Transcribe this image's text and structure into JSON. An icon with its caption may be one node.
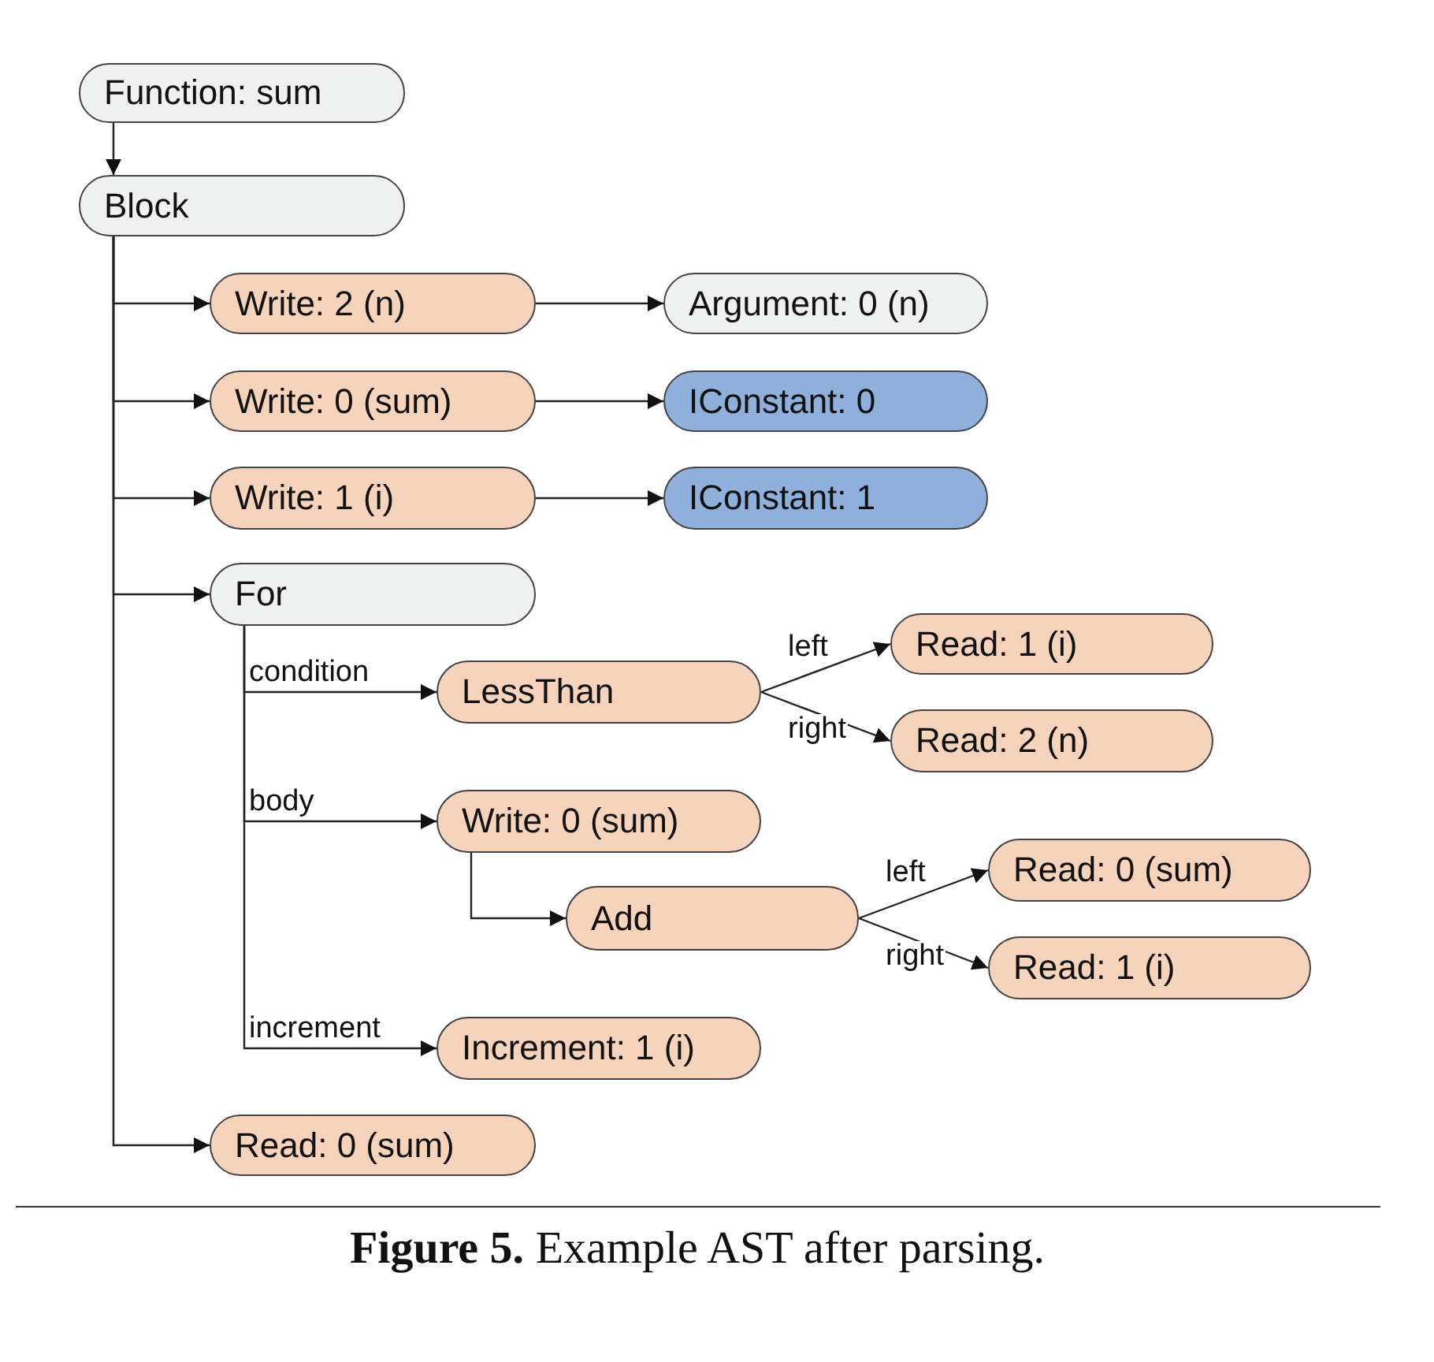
{
  "diagram": {
    "caption": "**Figure 5.**  Example AST after parsing.",
    "nodes": [
      {
        "text": [
          "Function: sum"
        ]
      },
      {
        "text": [
          "Block"
        ]
      },
      {
        "text": [
          "Write: 2 (n)"
        ]
      },
      {
        "text": [
          "Argument: 0 (n)"
        ]
      },
      {
        "text": [
          "Write: 0 (sum)"
        ]
      },
      {
        "text": [
          "IConstant: 0"
        ]
      },
      {
        "text": [
          "Write: 1 (i)"
        ]
      },
      {
        "text": [
          "IConstant: 1"
        ]
      },
      {
        "text": [
          "For"
        ]
      },
      {
        "text": [
          "LessThan"
        ]
      },
      {
        "text": [
          "Read: 1 (i)"
        ]
      },
      {
        "text": [
          "Read: 2 (n)"
        ]
      },
      {
        "text": [
          "Write: 0  (sum)"
        ]
      },
      {
        "text": [
          "Add"
        ]
      },
      {
        "text": [
          "Read: 0  (sum)"
        ]
      },
      {
        "text": [
          "Read: 1 (i)"
        ]
      },
      {
        "text": [
          "Increment: 1 (i)"
        ]
      },
      {
        "text": [
          "Read: 0 (sum)"
        ]
      }
    ],
    "edges": [
      {
        "from": 0,
        "to": 1,
        "arrow": "to"
      },
      {
        "from": 1,
        "to": 2,
        "arrow": "to"
      },
      {
        "from": 2,
        "to": 3,
        "arrow": "to"
      },
      {
        "from": 1,
        "to": 4,
        "arrow": "to"
      },
      {
        "from": 4,
        "to": 5,
        "arrow": "to"
      },
      {
        "from": 1,
        "to": 6,
        "arrow": "to"
      },
      {
        "from": 6,
        "to": 7,
        "arrow": "to"
      },
      {
        "from": 1,
        "to": 8,
        "arrow": "to"
      },
      {
        "from": 8,
        "to": 9,
        "label": "condition",
        "arrow": "to"
      },
      {
        "from": 9,
        "to": 10,
        "label": "left",
        "arrow": "to"
      },
      {
        "from": 9,
        "to": 11,
        "label": "right",
        "arrow": "to"
      },
      {
        "from": 8,
        "to": 12,
        "label": "body",
        "arrow": "to"
      },
      {
        "from": 12,
        "to": 13,
        "arrow": "to"
      },
      {
        "from": 13,
        "to": 14,
        "label": "left",
        "arrow": "to"
      },
      {
        "from": 13,
        "to": 15,
        "label": "right",
        "arrow": "to"
      },
      {
        "from": 8,
        "to": 16,
        "label": "increment",
        "arrow": "to"
      },
      {
        "from": 1,
        "to": 17,
        "arrow": "to"
      }
    ]
  }
}
